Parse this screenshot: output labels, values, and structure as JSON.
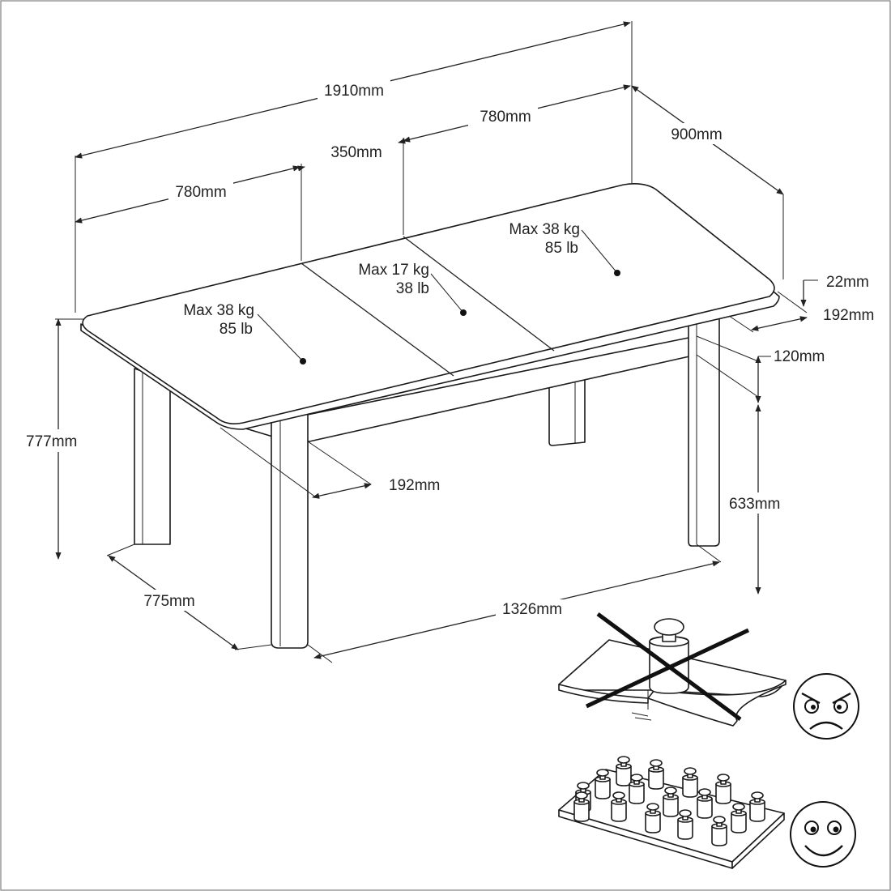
{
  "dimensions": {
    "overall_length": "1910mm",
    "leaf_left": "780mm",
    "extension": "350mm",
    "leaf_right": "780mm",
    "depth": "900mm",
    "top_thickness": "22mm",
    "overhang_back": "192mm",
    "apron_height": "120mm",
    "overall_height": "777mm",
    "overhang_front": "192mm",
    "leg_clearance": "633mm",
    "leg_spacing_depth": "775mm",
    "leg_spacing_length": "1326mm"
  },
  "loads": {
    "left": {
      "kg": "Max 38 kg",
      "lb": "85 lb"
    },
    "middle": {
      "kg": "Max 17 kg",
      "lb": "38 lb"
    },
    "right": {
      "kg": "Max 38 kg",
      "lb": "85 lb"
    }
  },
  "icons": {
    "point_load": "point-load-wrong-icon",
    "angry_face": "angry-face-icon",
    "distributed_load": "distributed-load-correct-icon",
    "happy_face": "happy-face-icon"
  },
  "colors": {
    "line": "#222222",
    "background": "#ffffff"
  }
}
